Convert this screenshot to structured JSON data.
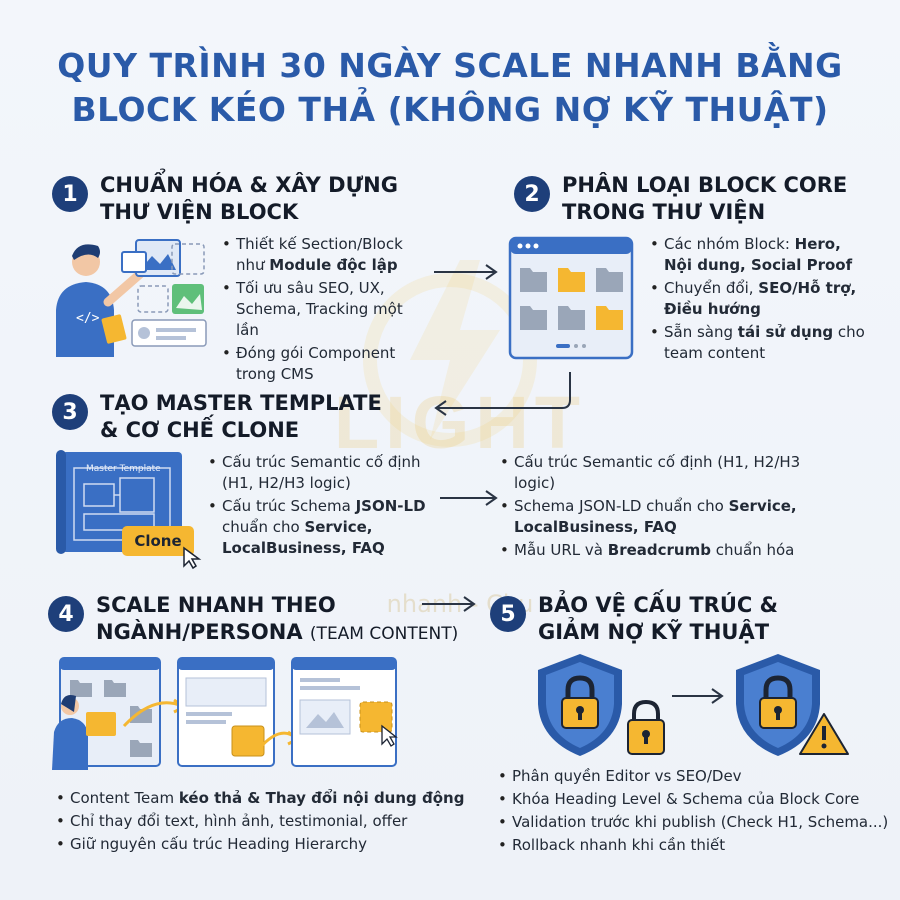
{
  "title": {
    "line1": "QUY TRÌNH 30 NGÀY SCALE NHANH BẰNG",
    "line2": "BLOCK KÉO THẢ (KHÔNG NỢ KỸ THUẬT)"
  },
  "watermark": {
    "text": "LIGHT",
    "sub": "nhanh - Chu"
  },
  "steps": [
    {
      "number": "1",
      "heading1": "CHUẨN HÓA & XÂY DỰNG",
      "heading2": "THƯ VIỆN BLOCK",
      "bullets": [
        {
          "pre": "Thiết kế Section/Block như ",
          "bold": "Module độc lập",
          "post": ""
        },
        {
          "pre": "Tối ưu sâu SEO, UX, Schema, Tracking một lần",
          "bold": "",
          "post": ""
        },
        {
          "pre": "Đóng gói Component trong CMS",
          "bold": "",
          "post": ""
        }
      ]
    },
    {
      "number": "2",
      "heading1": "PHÂN LOẠI BLOCK CORE",
      "heading2": "TRONG THƯ VIỆN",
      "bullets": [
        {
          "pre": "Các nhóm Block: ",
          "bold": "Hero, Nội dung, Social Proof",
          "post": ""
        },
        {
          "pre": "Chuyển đổi, ",
          "bold": "SEO/Hỗ trợ, Điều hướng",
          "post": ""
        },
        {
          "pre": "Sẵn sàng ",
          "bold": "tái sử dụng",
          "post": " cho team content"
        }
      ]
    },
    {
      "number": "3",
      "heading1": "TẠO MASTER TEMPLATE",
      "heading2": "& CƠ CHẾ CLONE",
      "template_label": "Master Template",
      "clone_label": "Clone",
      "bullets": [
        {
          "pre": "Cấu trúc Semantic cố định (H1, H2/H3 logic)",
          "bold": "",
          "post": ""
        },
        {
          "pre": "Cấu trúc Schema ",
          "bold": "JSON-LD",
          "post": " chuẩn cho ",
          "bold2": "Service, LocalBusiness, FAQ"
        }
      ],
      "bullets_right": [
        {
          "pre": "Cấu trúc Semantic cố định (H1, H2/H3 logic)",
          "bold": "",
          "post": ""
        },
        {
          "pre": "Schema JSON-LD chuẩn cho ",
          "bold": "Service, LocalBusiness, FAQ",
          "post": ""
        },
        {
          "pre": "Mẫu URL và ",
          "bold": "Breadcrumb",
          "post": " chuẩn hóa"
        }
      ]
    },
    {
      "number": "4",
      "heading1": "SCALE NHANH THEO",
      "heading2": "NGÀNH/PERSONA",
      "heading2_light": "(TEAM CONTENT)",
      "bullets": [
        {
          "pre": "Content Team ",
          "bold": "kéo thả & Thay đổi nội dung động",
          "post": ""
        },
        {
          "pre": "Chỉ thay đổi text, hình ảnh, testimonial, offer",
          "bold": "",
          "post": ""
        },
        {
          "pre": "Giữ nguyên cấu trúc Heading Hierarchy",
          "bold": "",
          "post": ""
        }
      ]
    },
    {
      "number": "5",
      "heading1": "BẢO VỆ CẤU TRÚC &",
      "heading2": "GIẢM NỢ KỸ THUẬT",
      "bullets": [
        {
          "pre": "Phân quyền Editor vs SEO/Dev",
          "bold": "",
          "post": ""
        },
        {
          "pre": "Khóa Heading Level & Schema của Block Core",
          "bold": "",
          "post": ""
        },
        {
          "pre": "Validation trước khi publish (Check H1, Schema...)",
          "bold": "",
          "post": ""
        },
        {
          "pre": "Rollback nhanh khi cần thiết",
          "bold": "",
          "post": ""
        }
      ]
    }
  ],
  "colors": {
    "title": "#2a5aa8",
    "badge": "#1e3f7a",
    "accent": "#f5b731",
    "blue": "#3a6fc4"
  }
}
